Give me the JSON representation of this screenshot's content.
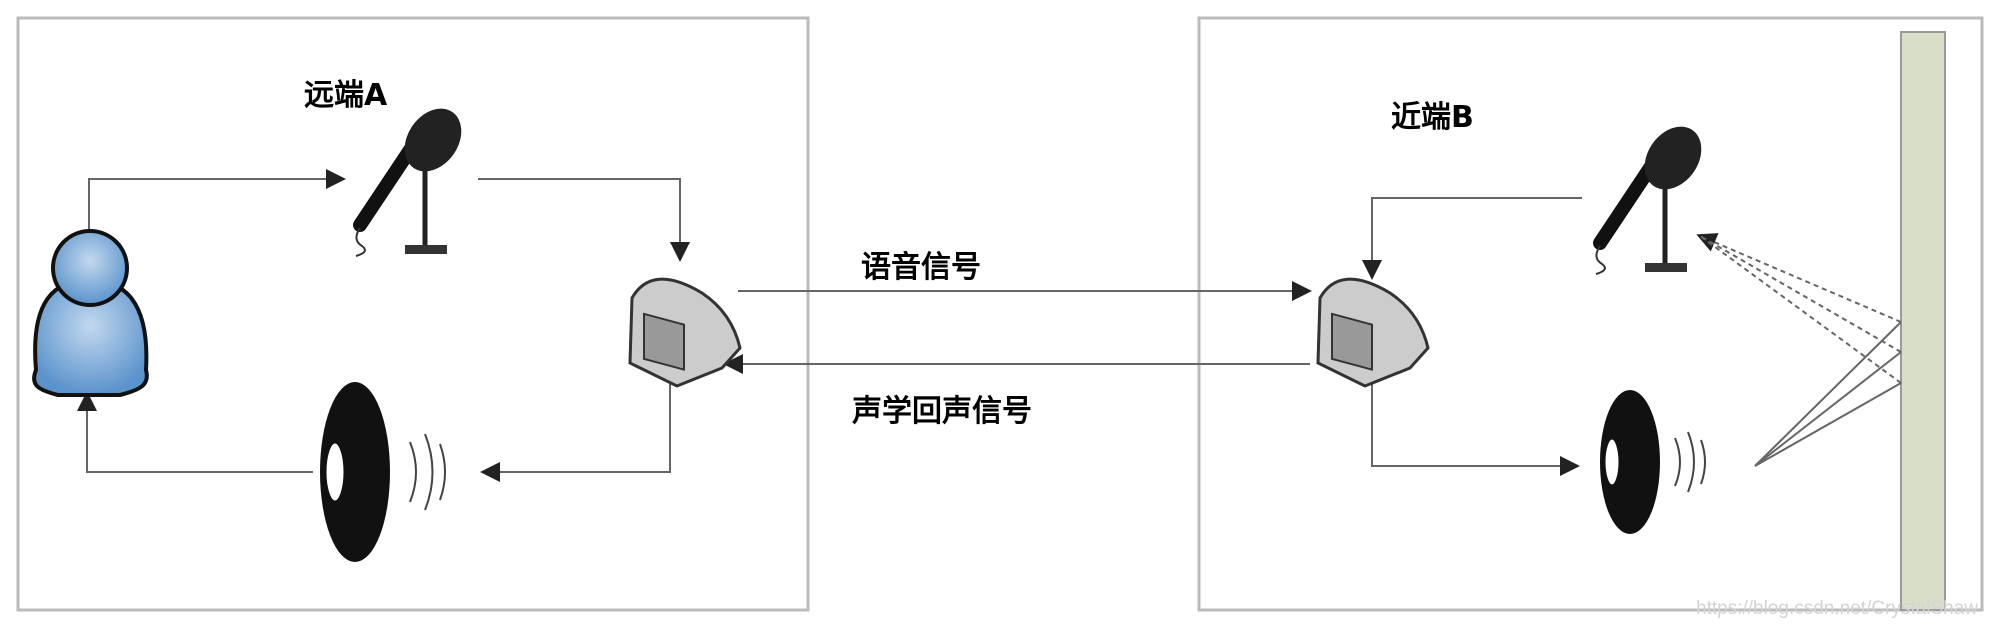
{
  "far_end": {
    "label": "远端A"
  },
  "near_end": {
    "label": "近端B"
  },
  "signals": {
    "speech": "语音信号",
    "echo": "声学回声信号"
  },
  "watermark": "https://blog.csdn.net/CrystalShaw",
  "colors": {
    "person": "#6fa3d6",
    "wall": "#d9dec8",
    "line": "#555555"
  }
}
